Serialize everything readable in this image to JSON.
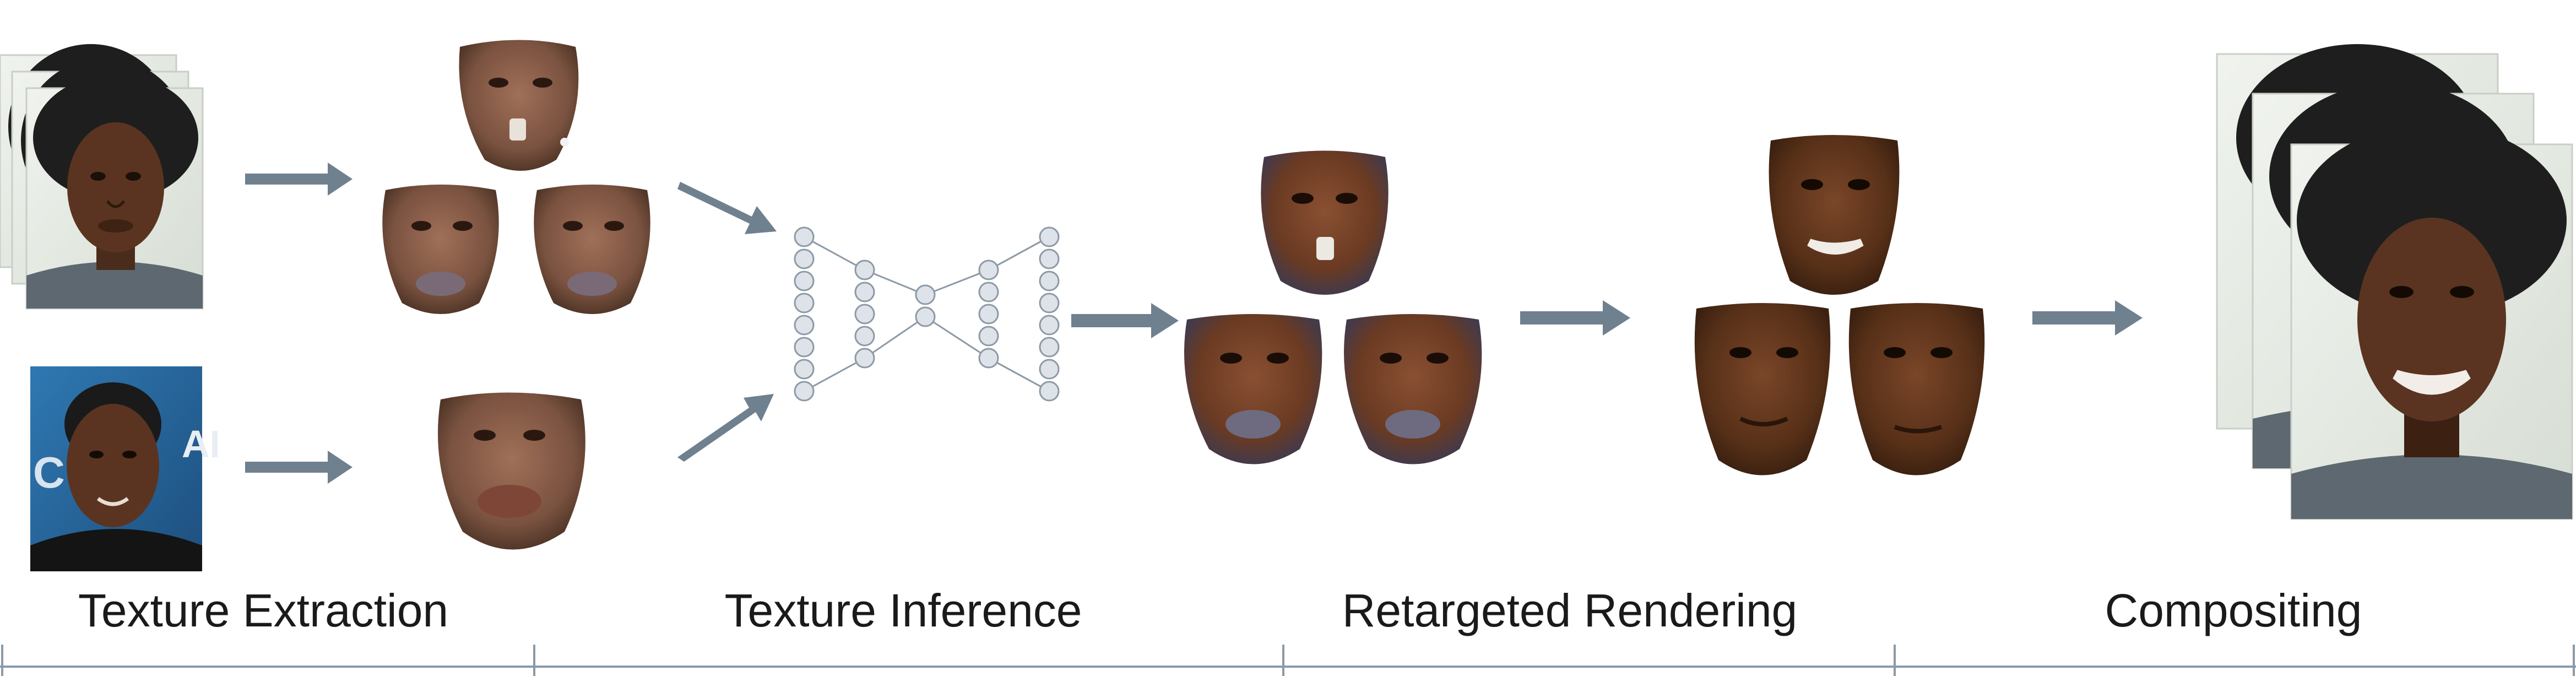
{
  "stages": [
    {
      "id": "texture-extraction",
      "label": "Texture Extraction"
    },
    {
      "id": "texture-inference",
      "label": "Texture Inference"
    },
    {
      "id": "retargeted-rendering",
      "label": "Retargeted Rendering"
    },
    {
      "id": "compositing",
      "label": "Compositing"
    }
  ],
  "colors": {
    "arrow": "#6f808f",
    "timeline": "#8a9aa8",
    "node_fill": "#dde3e9",
    "node_stroke": "#8d9aa6",
    "skin_light": "#8a6048",
    "skin_dark": "#5a3420",
    "hair": "#1e1e1e",
    "photo_bg_source": "#e7ece6",
    "photo_bg_target": "#2a6aa0",
    "shirt": "#5e6870"
  }
}
